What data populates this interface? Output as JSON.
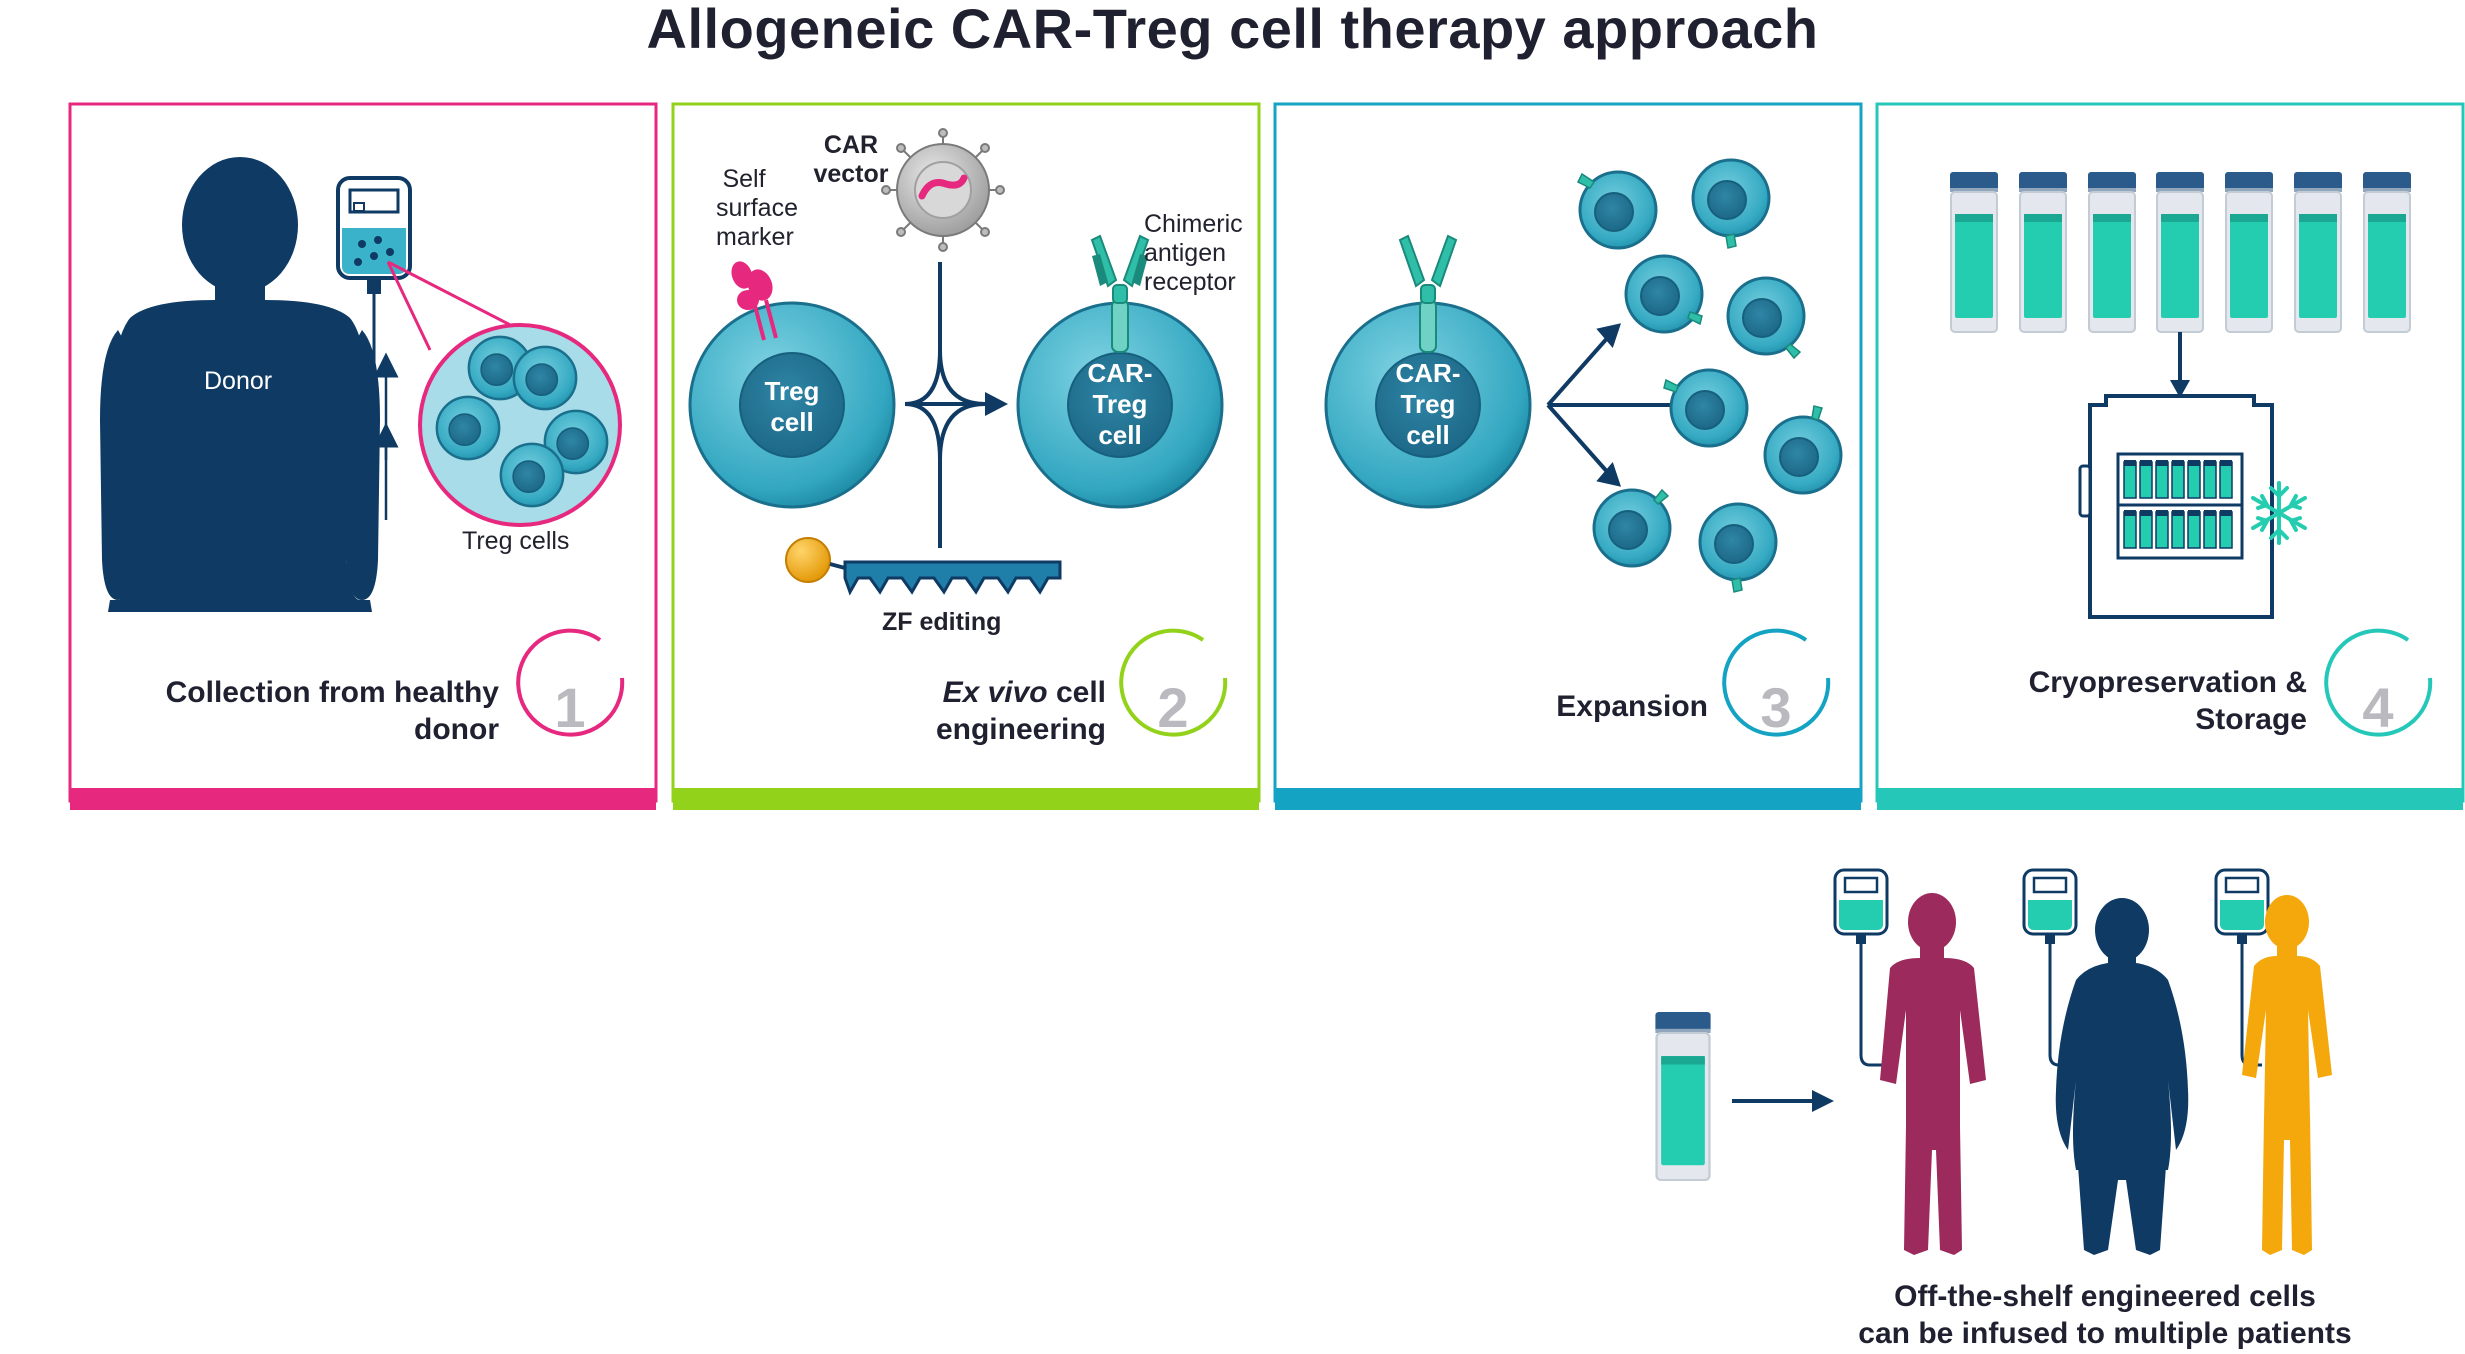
{
  "title": "Allogeneic CAR-Treg cell therapy approach",
  "colors": {
    "step1": "#e6287e",
    "step2": "#93d21a",
    "step3": "#14a3c3",
    "step4": "#25c8b8",
    "navy": "#0e3a64",
    "cell": "#3ab2ca",
    "teal": "#24cdb0",
    "patient1": "#9c2a5c",
    "patient3": "#f5a80c"
  },
  "panel1": {
    "donor_label": "Donor",
    "treg_cells_label": "Treg cells",
    "step_text": [
      "Collection from healthy",
      "donor"
    ],
    "number": "1"
  },
  "panel2": {
    "self_marker_label": [
      "Self",
      "surface",
      "marker"
    ],
    "car_vector_label": [
      "CAR",
      "vector"
    ],
    "chimeric_label": [
      "Chimeric",
      "antigen",
      "receptor"
    ],
    "treg_cell_text": [
      "Treg",
      "cell"
    ],
    "car_treg_cell_text": [
      "CAR-",
      "Treg",
      "cell"
    ],
    "zf_label": "ZF editing",
    "step_text_italic": "Ex vivo",
    "step_text_rest": " cell",
    "step_text_line2": "engineering",
    "number": "2"
  },
  "panel3": {
    "car_treg_cell_text": [
      "CAR-",
      "Treg",
      "cell"
    ],
    "step_text": "Expansion",
    "number": "3"
  },
  "panel4": {
    "step_text": [
      "Cryopreservation &",
      "Storage"
    ],
    "number": "4"
  },
  "footer": {
    "text": [
      "Off-the-shelf engineered cells",
      "can be infused to multiple patients"
    ]
  }
}
